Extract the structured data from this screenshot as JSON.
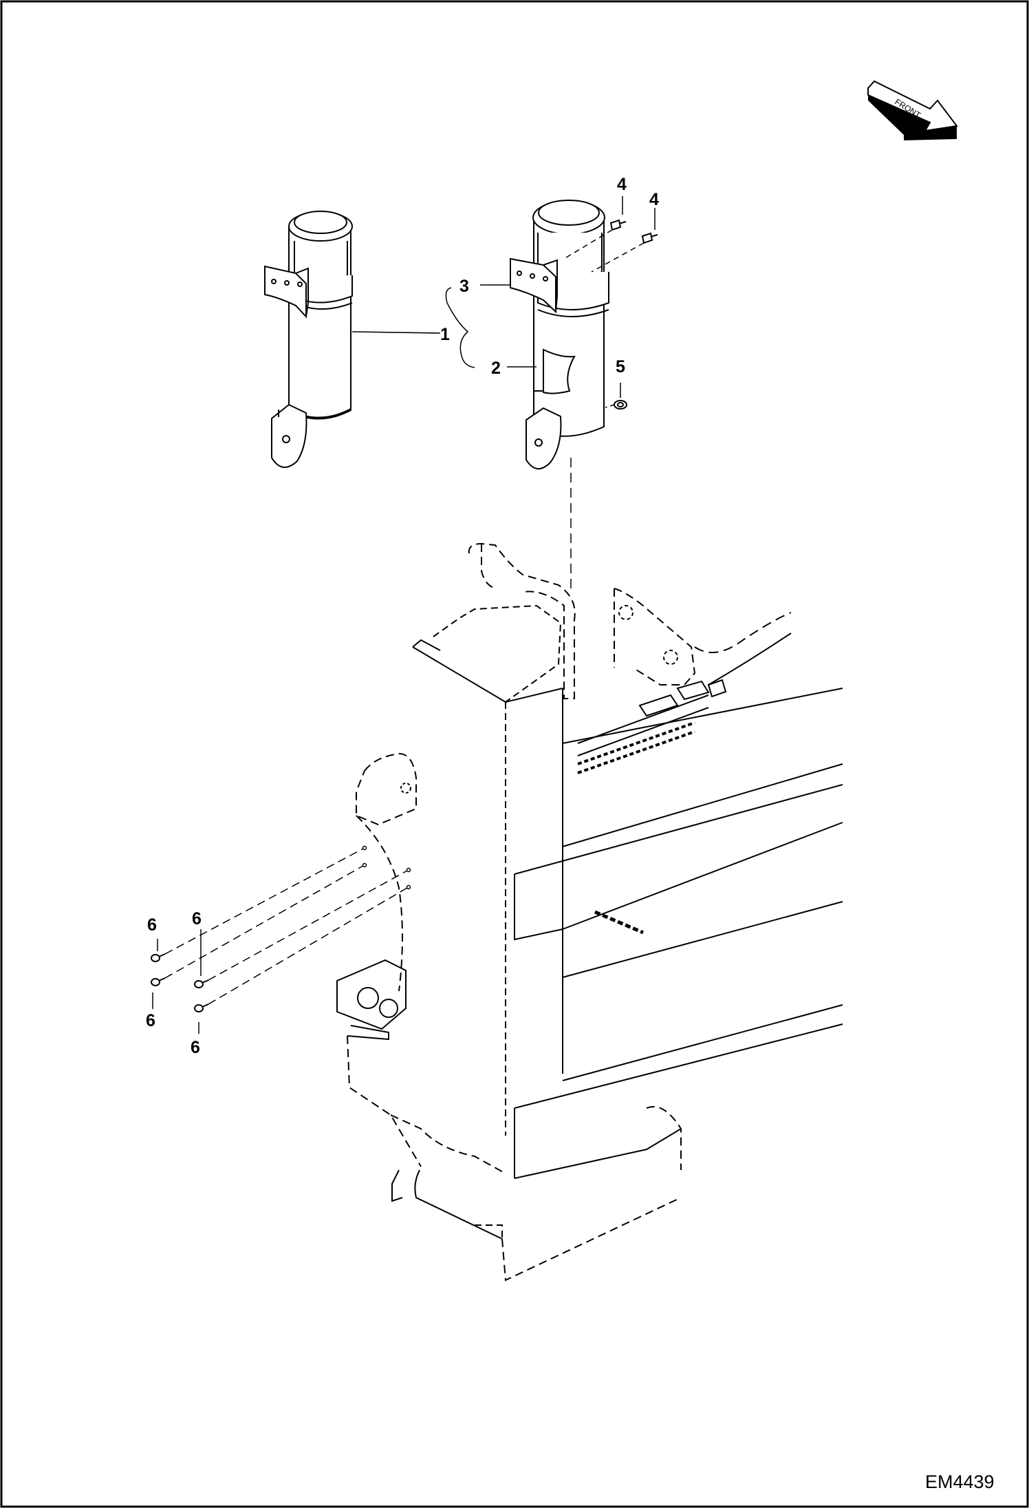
{
  "figure": {
    "front_label": "FRONT",
    "figure_id": "EM4439",
    "callouts": {
      "c1": "1",
      "c2": "2",
      "c3": "3",
      "c4a": "4",
      "c4b": "4",
      "c5": "5",
      "c6a": "6",
      "c6b": "6",
      "c6c": "6",
      "c6d": "6"
    }
  }
}
